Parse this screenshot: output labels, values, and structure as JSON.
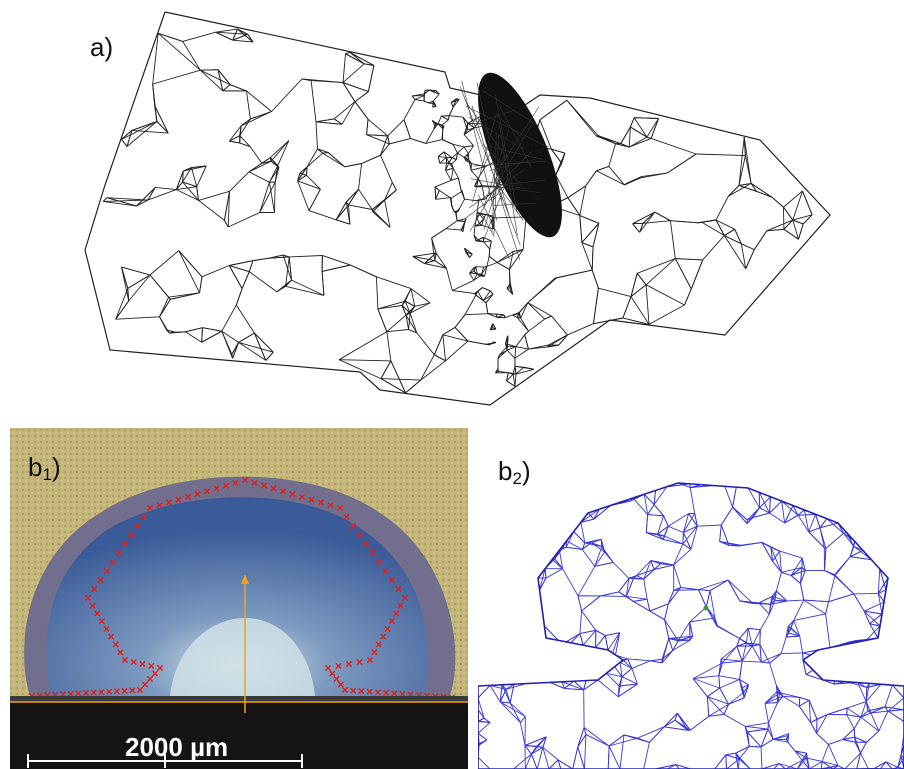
{
  "labels": {
    "a": "a)",
    "b1_main": "b",
    "b1_sub": "1",
    "b1_paren": ")",
    "b2_main": "b",
    "b2_sub": "2",
    "b2_paren": ")"
  },
  "scalebar": {
    "text": "2000 µm"
  },
  "colors": {
    "mesh_a": "#222222",
    "mesh_b2": "#2b2bd6",
    "contour_marks": "#e0201c",
    "axis_lines": "#f0a020",
    "background_b1": "#c8b878",
    "droplet_outer": "#6c6a8c",
    "droplet_inner": "#3e5a9a"
  }
}
